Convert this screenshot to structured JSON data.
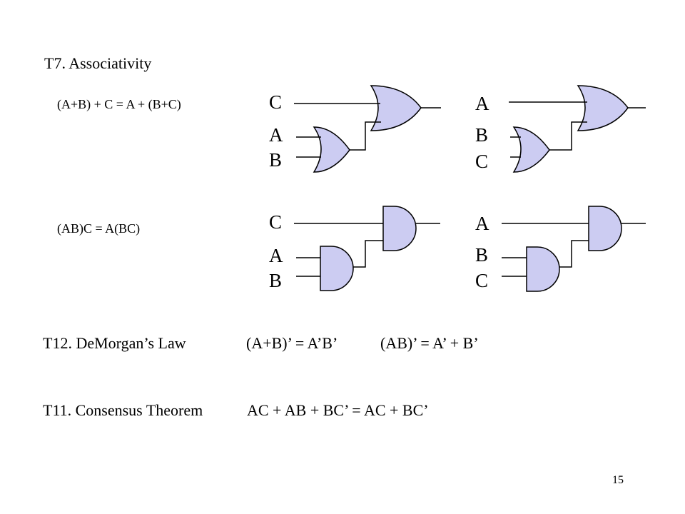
{
  "slide": {
    "title": "T7. Associativity",
    "eq_or": "(A+B) + C = A + (B+C)",
    "eq_and": "(AB)C = A(BC)",
    "t12": "T12. DeMorgan’s Law",
    "t12_eq1": "(A+B)’ = A’B’",
    "t12_eq2": "(AB)’ = A’ + B’",
    "t11": "T11. Consensus Theorem",
    "t11_eq": "AC + AB + BC’ = AC + BC’",
    "page_number": "15"
  },
  "diagrams": {
    "or_left": {
      "top": "C",
      "mid": "A",
      "bot": "B"
    },
    "or_right": {
      "top": "A",
      "mid": "B",
      "bot": "C"
    },
    "and_left": {
      "top": "C",
      "mid": "A",
      "bot": "B"
    },
    "and_right": {
      "top": "A",
      "mid": "B",
      "bot": "C"
    }
  },
  "colors": {
    "gate_fill": "#ccccf2",
    "stroke": "#000000"
  }
}
